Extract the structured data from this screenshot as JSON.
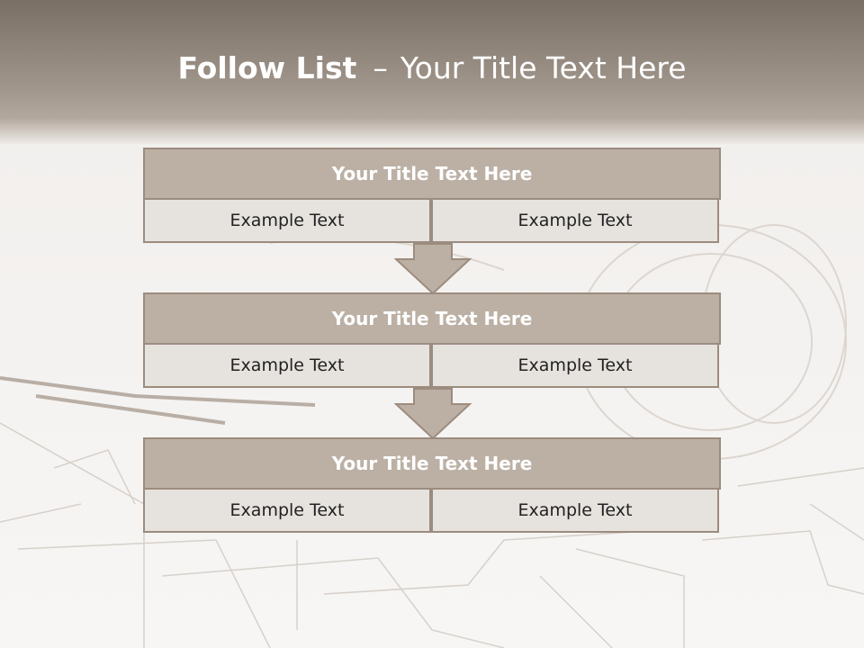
{
  "title": {
    "bold": "Follow List",
    "separator": "–",
    "rest": "Your Title Text Here"
  },
  "steps": [
    {
      "title": "Your Title Text Here",
      "left": "Example Text",
      "right": "Example Text"
    },
    {
      "title": "Your Title Text Here",
      "left": "Example Text",
      "right": "Example Text"
    },
    {
      "title": "Your Title Text Here",
      "left": "Example Text",
      "right": "Example Text"
    }
  ],
  "colors": {
    "header_band": "#7f7469",
    "box_header": "#bcb0a5",
    "box_border": "#9c8c7f",
    "cell_fill": "#e6e2de",
    "arrow": "#bcb0a5"
  }
}
